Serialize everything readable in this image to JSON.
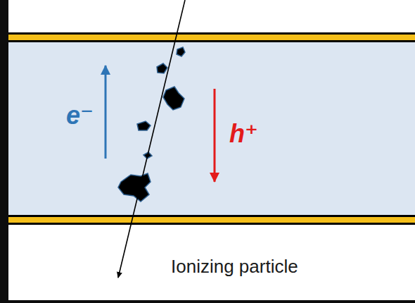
{
  "diagram": {
    "labels": [
      "e⁻",
      "h⁺",
      "Ionizing particle"
    ]
  }
}
